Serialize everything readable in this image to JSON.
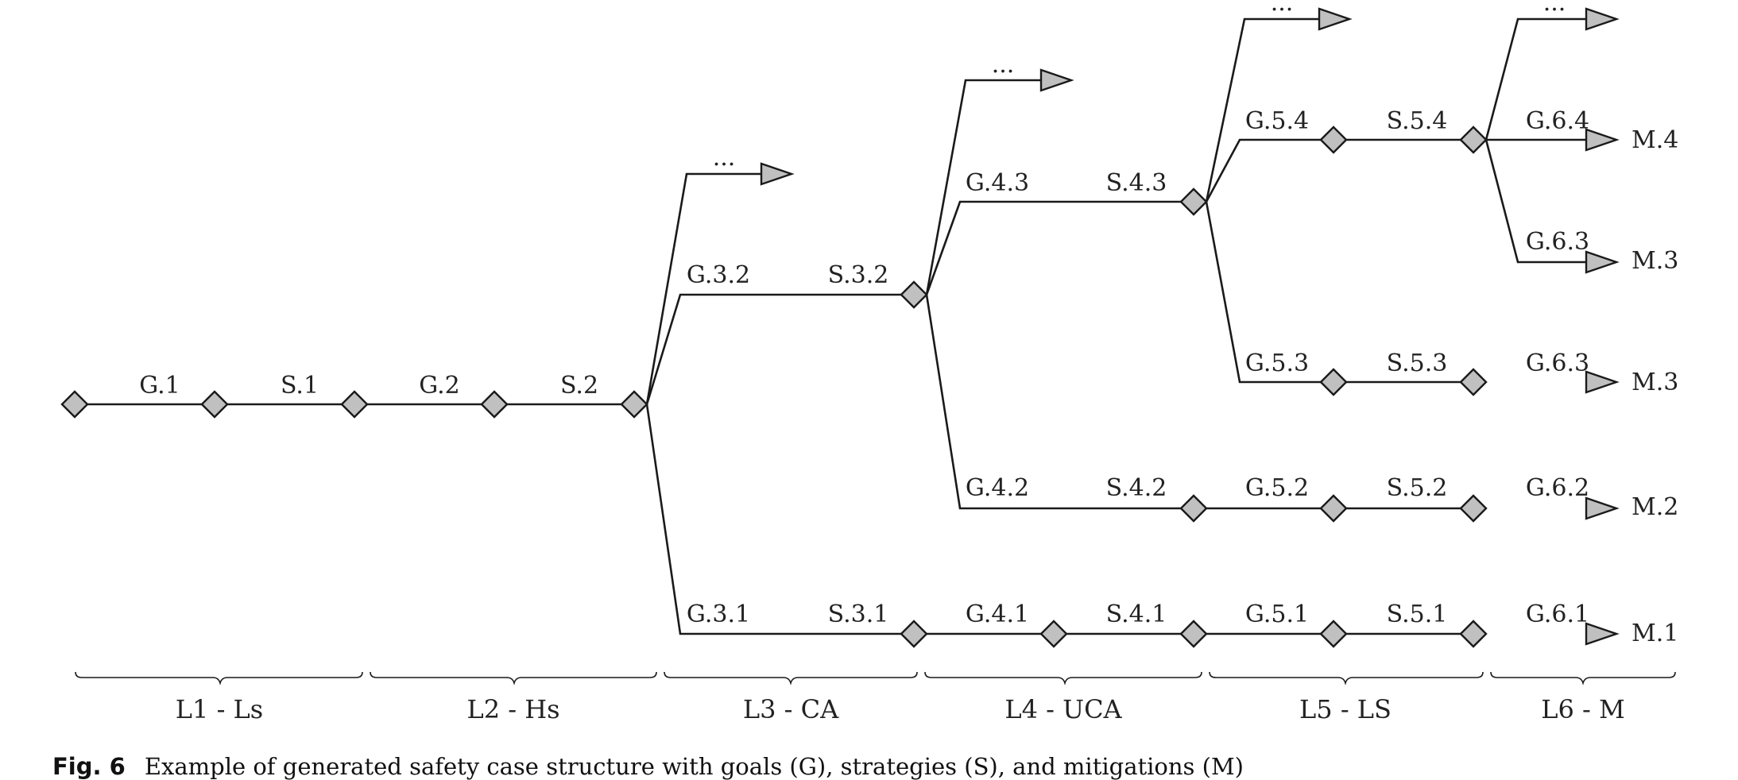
{
  "colors": {
    "node_fill": "#c0c0c0",
    "stroke": "#1a1a1a"
  },
  "labels": {
    "g1": "G.1",
    "s1": "S.1",
    "g2": "G.2",
    "s2": "S.2",
    "g31": "G.3.1",
    "s31": "S.3.1",
    "g41": "G.4.1",
    "s41": "S.4.1",
    "g51": "G.5.1",
    "s51": "S.5.1",
    "g61": "G.6.1",
    "g32": "G.3.2",
    "s32": "S.3.2",
    "g42": "G.4.2",
    "s42": "S.4.2",
    "g52": "G.5.2",
    "s52": "S.5.2",
    "g62": "G.6.2",
    "g43": "G.4.3",
    "s43": "S.4.3",
    "g53": "G.5.3",
    "s53": "S.5.3",
    "g63a": "G.6.3",
    "g54": "G.5.4",
    "s54": "S.5.4",
    "g64": "G.6.4",
    "g63b": "G.6.3",
    "ell1": "...",
    "ell2": "...",
    "ell3": "...",
    "ell4": "..."
  },
  "mitigations": {
    "m1": "M.1",
    "m2": "M.2",
    "m3a": "M.3",
    "m3b": "M.3",
    "m4": "M.4"
  },
  "levels": {
    "l1": "L1 - Ls",
    "l2": "L2 - Hs",
    "l3": "L3 - CA",
    "l4": "L4 - UCA",
    "l5": "L5 - LS",
    "l6": "L6 - M"
  },
  "caption": {
    "tag": "Fig. 6",
    "text": "Example of generated safety case structure with goals (G), strategies (S), and mitigations (M)"
  }
}
